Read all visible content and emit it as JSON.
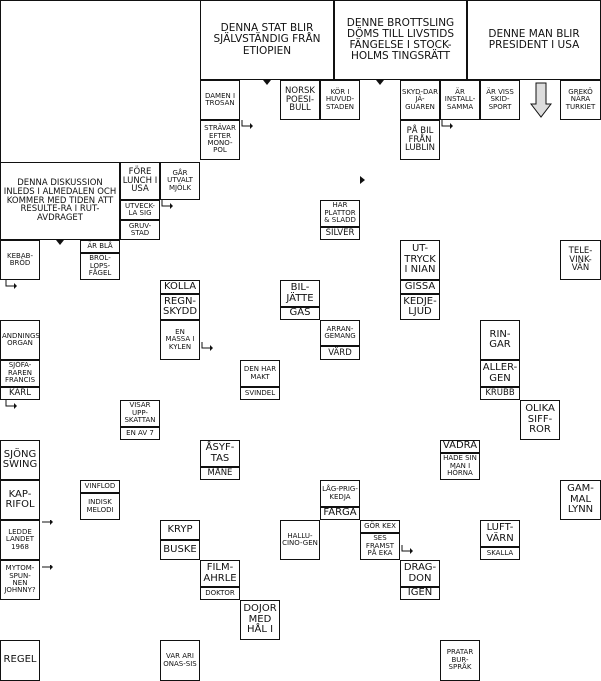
{
  "clues": {
    "c_denna_stat": "DENNA STAT BLIR SJÄLVSTÄNDIG FRÅN ETIOPIEN",
    "c_brottsling": "DENNE BROTTSLING DÖMS TILL LIVSTIDS FÄNGELSE I STOCK-HOLMS TINGSRÄTT",
    "c_denne_man": "DENNE MAN BLIR PRESIDENT I USA",
    "c_damen": "DAMEN I TROSAN",
    "c_norsk": "NORSK POESI-BULL",
    "c_kor": "KÖR I HUVUD-STADEN",
    "c_skyddar": "SKYD-DAR JÄ-GUAREN",
    "c_ar_install": "ÄR INSTALL-SAMMA",
    "c_viss": "ÄR VISS SKID-SPORT",
    "c_greko": "GREKÖ NÄRA TURKIET",
    "c_strav": "STRÄVAR EFTER MONO-POL",
    "c_pa_bil": "PÅ BIL FRÅN LUBLIN",
    "c_diskussion": "DENNA DISKUSSION INLEDS I ALMEDALEN OCH KOMMER MED TIDEN ATT RESULTE-RA I RUT-AVDRAGET",
    "c_fore": "FÖRE LUNCH I USA",
    "c_gar": "GÅR UTVALT MJÖLK",
    "c_utveck": "UTVECK-LA SIG",
    "c_gruv": "GRUV-STAD",
    "c_kebab": "KEBAB-BRÖD",
    "c_ar_bla": "ÄR BLÅ",
    "c_brol": "BRÖL-LOPS-FÅGEL",
    "c_har_plattor": "HAR PLATTOR & SLADD",
    "c_silver": "SILVER",
    "c_uttryck": "UT-TRYCK I NIAN",
    "c_gissa": "GISSA",
    "c_kedje": "KEDJE-LJUD",
    "c_televink": "TELE-VINK-VÄN",
    "c_kolla": "KOLLA",
    "c_regn": "REGN-SKYDD",
    "c_massa": "EN MASSA I KYLEN",
    "c_biljatte": "BIL-JÄTTE",
    "c_gas": "GAS",
    "c_arrang": "ARRAN-GEMANG",
    "c_vard": "VÄRD",
    "c_andnings": "ANDNINGS-ORGAN",
    "c_sjofar": "SJÖFA-RAREN FRANCIS",
    "c_karl": "KÄRL",
    "c_den_har": "DEN HAR MAKT",
    "c_svindel": "SVINDEL",
    "c_ringar": "RIN-GAR",
    "c_aller": "ALLER-GEN",
    "c_krubb": "KRUBB",
    "c_olika": "OLIKA SIFF-ROR",
    "c_visar": "VISAR UPP-SKATTAN",
    "c_en_av_7": "EN AV 7",
    "c_asyf": "ÅSYF-TAS",
    "c_mane": "MÅNE",
    "c_vadra": "VÄDRA",
    "c_hade": "HADE SIN MAN I HÖRNA",
    "c_sjong": "SJÖNG SWING",
    "c_kap": "KAP-RIFOL",
    "c_vinflod": "VINFLOD",
    "c_indisk": "INDISK MELODI",
    "c_lagprig": "LÅG-PRIG-KEDJA",
    "c_farga": "FÄRGA",
    "c_gammal": "GAM-MAL LYNN",
    "c_ledde": "LEDDE LANDET 1968",
    "c_kryp": "KRYP",
    "c_buske": "BUSKE",
    "c_halluc": "HALLU-CINO-GEN",
    "c_gor_kex": "GÖR KEX",
    "c_ses": "SES FRAMST PÅ EKA",
    "c_luft": "LUFT-VÄRN",
    "c_skalla": "SKALLA",
    "c_mytom": "MYTOM-SPUN-NEN JOHNNY?",
    "c_film": "FILM-AHRLE",
    "c_doktor": "DOKTOR",
    "c_dragdon": "DRAG-DON",
    "c_igen": "IGEN",
    "c_dojor": "DOJOR MED HÅL I",
    "c_regel": "REGEL",
    "c_var_ari": "VAR ARI ONAS-SIS",
    "c_pratar": "PRATAR BUR-SPRÅK"
  },
  "colors": {
    "ink": "#111111",
    "paper": "#ffffff"
  },
  "icons": [
    "down-arrow-icon",
    "right-arrow-icon",
    "hook-arrow-icon",
    "big-down-arrow-icon"
  ]
}
